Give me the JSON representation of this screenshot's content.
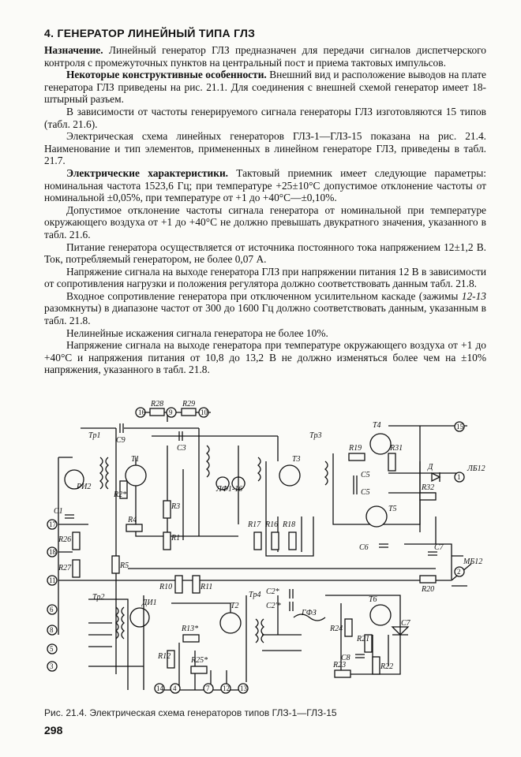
{
  "section_title": "4. ГЕНЕРАТОР ЛИНЕЙНЫЙ ТИПА ГЛЗ",
  "paragraphs": [
    {
      "head": "Назначение.",
      "text": " Линейный генератор ГЛЗ предназначен для передачи сигналов диспетчерского контроля с промежуточных пунктов на центральный пост и приема тактовых импульсов."
    },
    {
      "head": "Некоторые конструктивные особенности.",
      "text": " Внешний вид и расположение выводов на плате генератора ГЛЗ приведены на рис. 21.1. Для соединения с внешней схемой генератор имеет 18-штырный разъем."
    },
    {
      "head": "",
      "text": "В зависимости от частоты генерируемого сигнала генераторы ГЛЗ изготовляются 15 типов (табл. 21.6)."
    },
    {
      "head": "",
      "text": "Электрическая схема линейных генераторов ГЛЗ-1—ГЛЗ-15 показана на рис. 21.4. Наименование и тип элементов, примененных в линейном генераторе ГЛЗ, приведены в табл. 21.7."
    },
    {
      "head": "Электрические характеристики.",
      "text": " Тактовый приемник имеет следующие параметры: номинальная частота 1523,6 Гц; при температуре +25±10°C допустимое отклонение частоты от номинальной ±0,05%, при температуре от +1 до +40°C—±0,10%."
    },
    {
      "head": "",
      "text": "Допустимое отклонение частоты сигнала генератора от номинальной при температуре окружающего воздуха от +1 до +40°C не должно превышать двукратного значения, указанного в табл. 21.6."
    },
    {
      "head": "",
      "text": "Питание генератора осуществляется от источника постоянного тока напряжением 12±1,2 В. Ток, потребляемый генератором, не более 0,07 А."
    },
    {
      "head": "",
      "text": "Напряжение сигнала на выходе генератора ГЛЗ при напряжении питания 12 В в зависимости от сопротивления нагрузки и положения регулятора должно соответствовать данным табл. 21.8."
    },
    {
      "head": "",
      "text": "Входное сопротивление генератора при отключенном усилительном каскаде (зажимы ",
      "italic": "12-13",
      "tail": " разомкнуты) в диапазоне частот от 300 до 1600 Гц должно соответствовать данным, указанным в табл. 21.8."
    },
    {
      "head": "",
      "text": "Нелинейные искажения сигнала генератора не более 10%."
    },
    {
      "head": "",
      "text": "Напряжение сигнала на выходе генератора при температуре окружающего воздуха от +1 до +40°C и напряжения питания от 10,8 до 13,2 В не должно изменяться более чем на ±10% напряжения, указанного в табл. 21.8."
    }
  ],
  "figure": {
    "caption": "Рис. 21.4. Электрическая схема генераторов типов ГЛЗ-1—ГЛЗ-15",
    "terminals": [
      "16",
      "9",
      "10",
      "15",
      "1",
      "17",
      "18",
      "11",
      "2",
      "6",
      "8",
      "5",
      "3",
      "14",
      "4",
      "7",
      "12",
      "13"
    ],
    "components": [
      "R28",
      "R29",
      "C9",
      "Тр1",
      "Т1",
      "R2*",
      "R3",
      "R1",
      "C3",
      "ЛФ1-16",
      "Т3",
      "R17",
      "R16",
      "R18",
      "Тр3",
      "Т4",
      "R19",
      "R31",
      "C5",
      "C5",
      "Д",
      "ЛБ12",
      "R32",
      "Т5",
      "C6",
      "C7",
      "МБ12",
      "R20",
      "C1",
      "R26",
      "R27",
      "R4",
      "R5",
      "R10",
      "R11",
      "РИ2",
      "Тр2",
      "ДИ1",
      "Т2",
      "R13*",
      "R12",
      "R25*",
      "Тр4",
      "C2*",
      "C2'*",
      "ГФЗ",
      "Т6",
      "R24",
      "R21",
      "C8",
      "R23",
      "R22",
      "C7"
    ]
  },
  "page_number": "298"
}
